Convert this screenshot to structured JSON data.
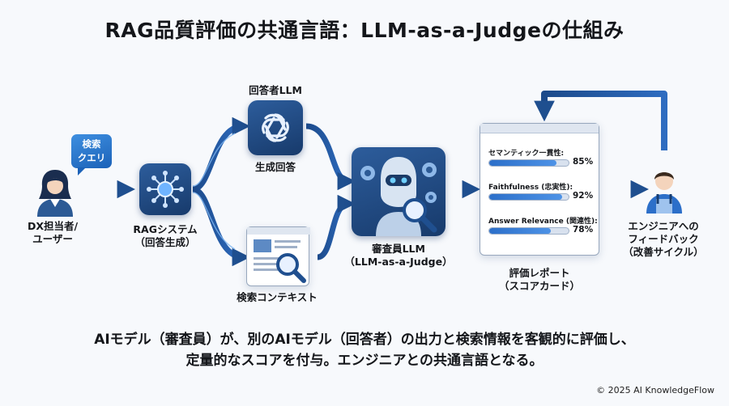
{
  "title": "RAG品質評価の共通言語：LLM-as-a-Judgeの仕組み",
  "user": {
    "bubble_line1": "検索",
    "bubble_line2": "クエリ",
    "label_line1": "DX担当者/",
    "label_line2": "ユーザー",
    "icon": "user-icon"
  },
  "rag": {
    "label_line1": "RAGシステム",
    "label_line2": "（回答生成）",
    "icon": "network-hub-icon"
  },
  "answer_llm": {
    "top_label": "回答者LLM",
    "bottom_label": "生成回答",
    "icon": "openai-knot-icon"
  },
  "context": {
    "label": "検索コンテキスト",
    "icon": "document-magnifier-icon"
  },
  "judge": {
    "label_line1": "審査員LLM",
    "label_line2": "（LLM-as-a-Judge）",
    "icon": "robot-judge-icon"
  },
  "report": {
    "label_line1": "評価レポート",
    "label_line2": "（スコアカード）",
    "metrics": [
      {
        "label": "セマンティック一貫性:",
        "score": "85%",
        "value": 0.85
      },
      {
        "label": "Faithfulness (忠実性):",
        "score": "92%",
        "value": 0.92
      },
      {
        "label": "Answer Relevance (関連性):",
        "score": "78%",
        "value": 0.78
      }
    ]
  },
  "engineer": {
    "label_line1": "エンジニアへの",
    "label_line2": "フィードバック",
    "label_line3": "（改善サイクル）",
    "icon": "engineer-icon"
  },
  "caption": {
    "line1": "AIモデル（審査員）が、別のAIモデル（回答者）の出力と検索情報を客観的に評価し、",
    "line2": "定量的なスコアを付与。エンジニアとの共通言語となる。"
  },
  "copyright": "© 2025 AI KnowledgeFlow",
  "colors": {
    "navy": "#173a6b",
    "accent": "#2c6fc9",
    "arrow": "#1f4f8f"
  }
}
